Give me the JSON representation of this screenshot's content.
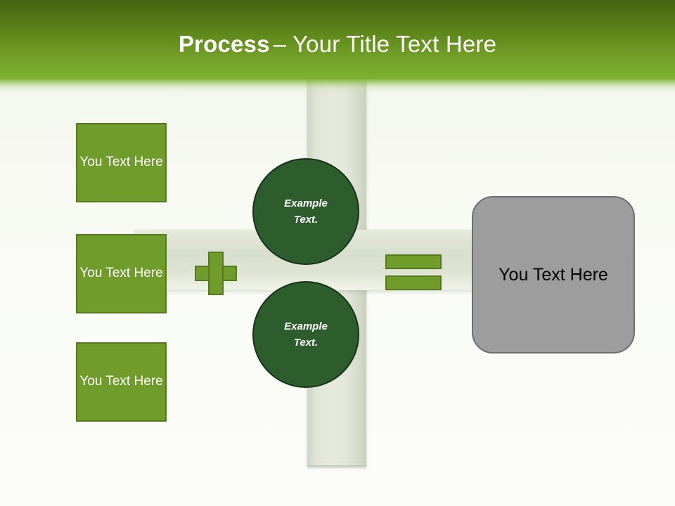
{
  "header": {
    "title_bold": "Process",
    "title_rest": "– Your Title Text Here"
  },
  "diagram": {
    "inputs": [
      {
        "label": "You Text Here"
      },
      {
        "label": "You Text Here"
      },
      {
        "label": "You Text Here"
      }
    ],
    "operators": {
      "plus": "+",
      "equals": "="
    },
    "processes": [
      {
        "line1": "Example",
        "line2": "Text."
      },
      {
        "line1": "Example",
        "line2": "Text."
      }
    ],
    "result": {
      "label": "You Text Here"
    }
  },
  "colors": {
    "header_top": "#44640f",
    "header_bottom": "#7db12f",
    "box_green_fill": "#6f9c2b",
    "box_green_border": "#56781f",
    "circle_fill": "#2d5c2d",
    "circle_border": "#17331a",
    "result_fill": "#9d9d9d",
    "result_border": "#6f6f6f",
    "background": "#fbfcf9",
    "ribbon": "#dfe4d5"
  }
}
